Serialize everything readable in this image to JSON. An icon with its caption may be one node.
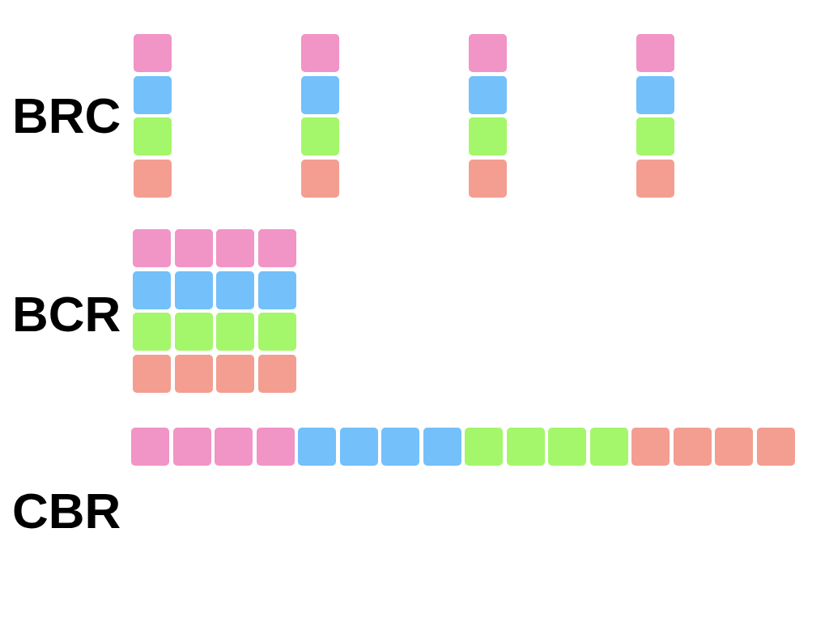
{
  "diagram": {
    "labels": [
      "BRC",
      "BCR",
      "CBR"
    ]
  }
}
